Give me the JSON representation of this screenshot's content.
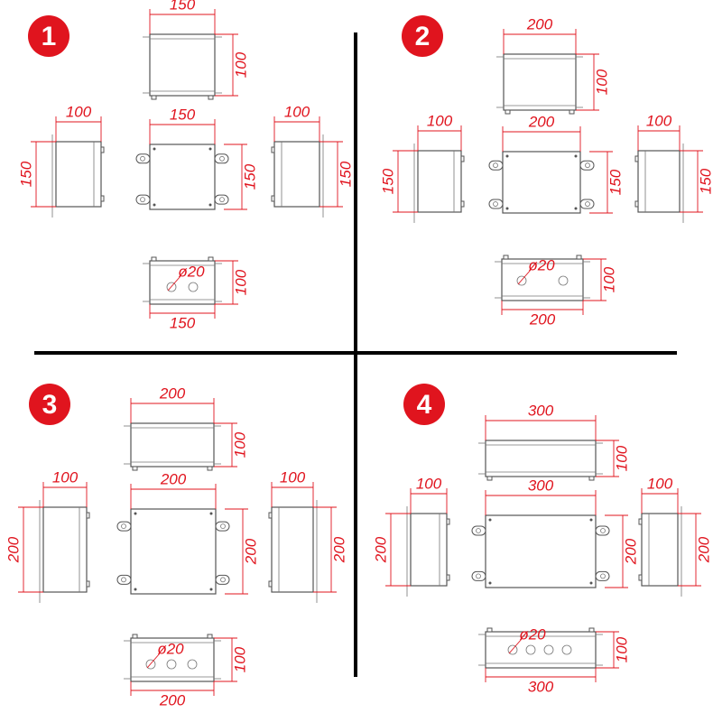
{
  "panels": [
    {
      "badge": "1",
      "top": {
        "w": "150",
        "h": "100"
      },
      "left": {
        "w": "100",
        "h": "150"
      },
      "front": {
        "w": "150",
        "h": "150"
      },
      "right": {
        "w": "100",
        "h": "150"
      },
      "bottom": {
        "hole": "ø20",
        "w": "150",
        "h": "100"
      }
    },
    {
      "badge": "2",
      "top": {
        "w": "200",
        "h": "100"
      },
      "left": {
        "w": "100",
        "h": "150"
      },
      "front": {
        "w": "200",
        "h": "150"
      },
      "right": {
        "w": "100",
        "h": "150"
      },
      "bottom": {
        "hole": "ø20",
        "w": "200",
        "h": "100"
      }
    },
    {
      "badge": "3",
      "top": {
        "w": "200",
        "h": "100"
      },
      "left": {
        "w": "100",
        "h": "200"
      },
      "front": {
        "w": "200",
        "h": "200"
      },
      "right": {
        "w": "100",
        "h": "200"
      },
      "bottom": {
        "hole": "ø20",
        "w": "200",
        "h": "100"
      }
    },
    {
      "badge": "4",
      "top": {
        "w": "300",
        "h": "100"
      },
      "left": {
        "w": "100",
        "h": "200"
      },
      "front": {
        "w": "300",
        "h": "200"
      },
      "right": {
        "w": "100",
        "h": "200"
      },
      "bottom": {
        "hole": "ø20",
        "w": "300",
        "h": "100"
      }
    }
  ],
  "colors": {
    "badge": "#e0141e",
    "dimension": "#e0141e",
    "divider": "#000000"
  }
}
